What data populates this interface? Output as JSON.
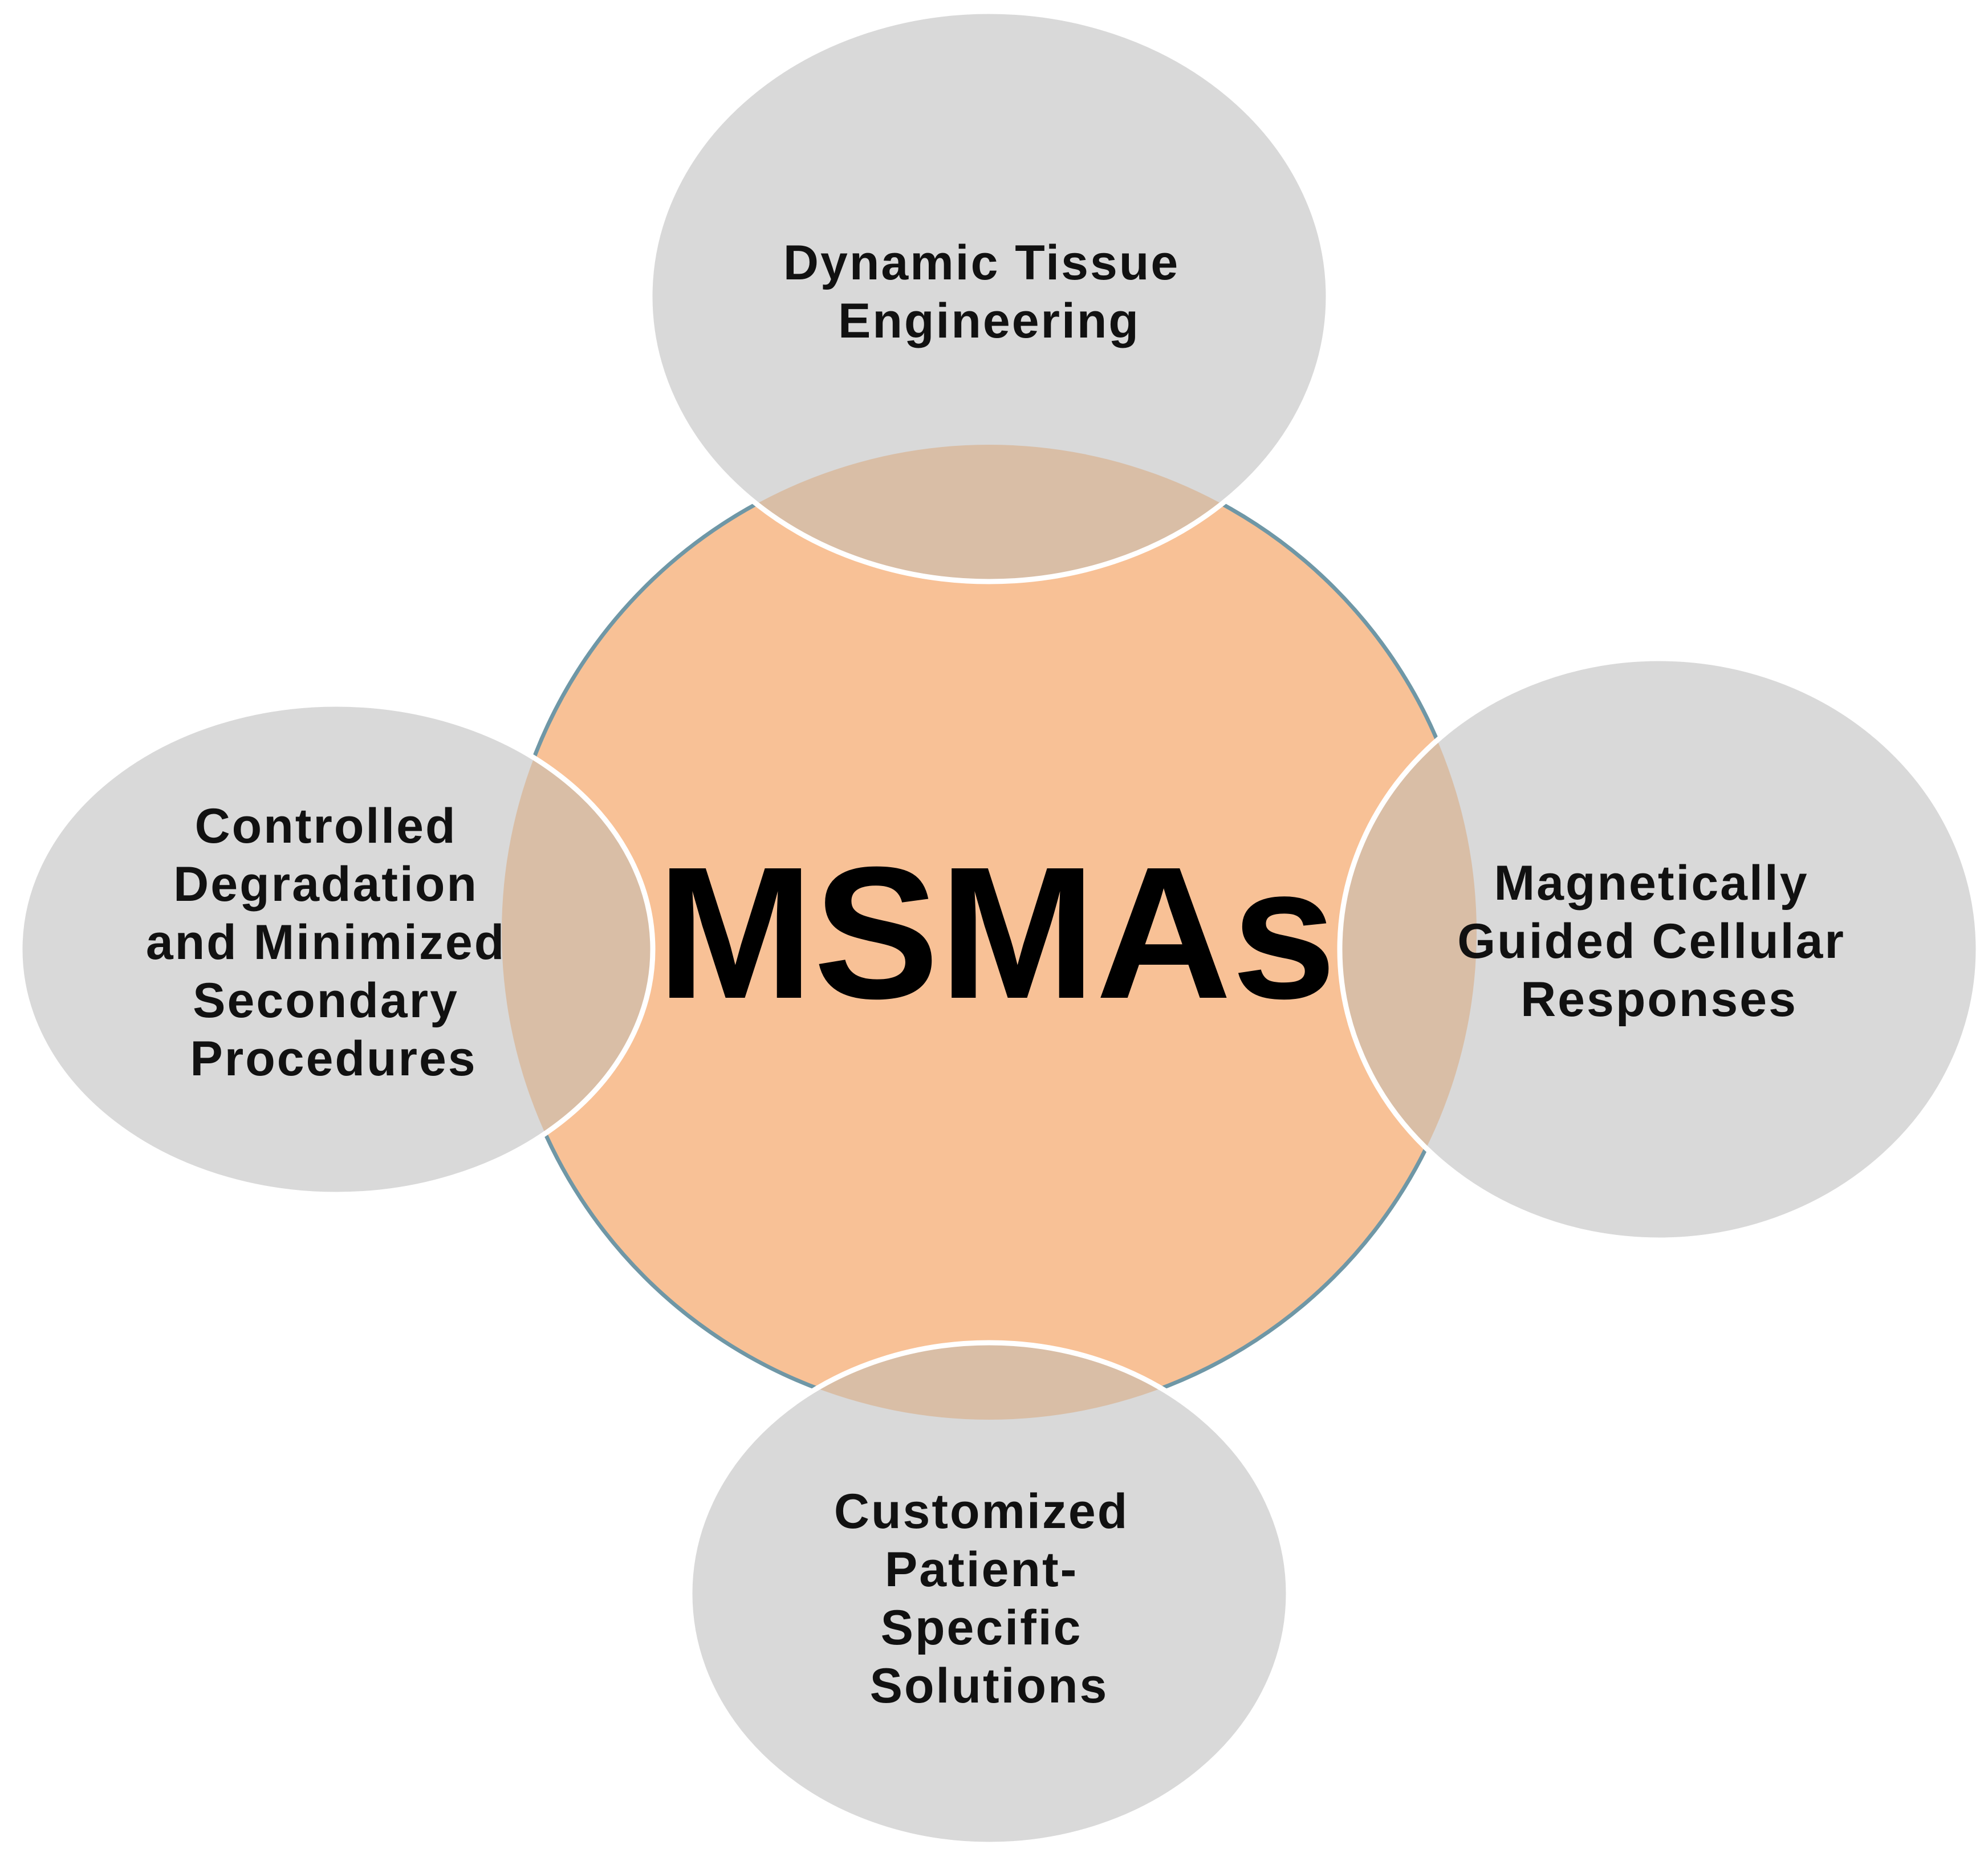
{
  "diagram": {
    "center": {
      "label": "MSMAs",
      "fill_color": "#f8c196",
      "border_color": "#6f97a6"
    },
    "satellite_fill_color": "#d9d9d9",
    "overlap_fill_color": "#d9bea6",
    "satellite_stroke_color": "#ffffff",
    "nodes": [
      {
        "id": "top",
        "lines": [
          "Dynamic Tissue",
          "Engineering"
        ]
      },
      {
        "id": "right",
        "lines": [
          "Magnetically",
          "Guided Cellular",
          "Responses"
        ]
      },
      {
        "id": "bottom",
        "lines": [
          "Customized",
          "Patient-",
          "Specific",
          "Solutions"
        ]
      },
      {
        "id": "left",
        "lines": [
          "Controlled",
          "Degradation",
          "and Minimized",
          "Secondary",
          "Procedures"
        ]
      }
    ]
  }
}
